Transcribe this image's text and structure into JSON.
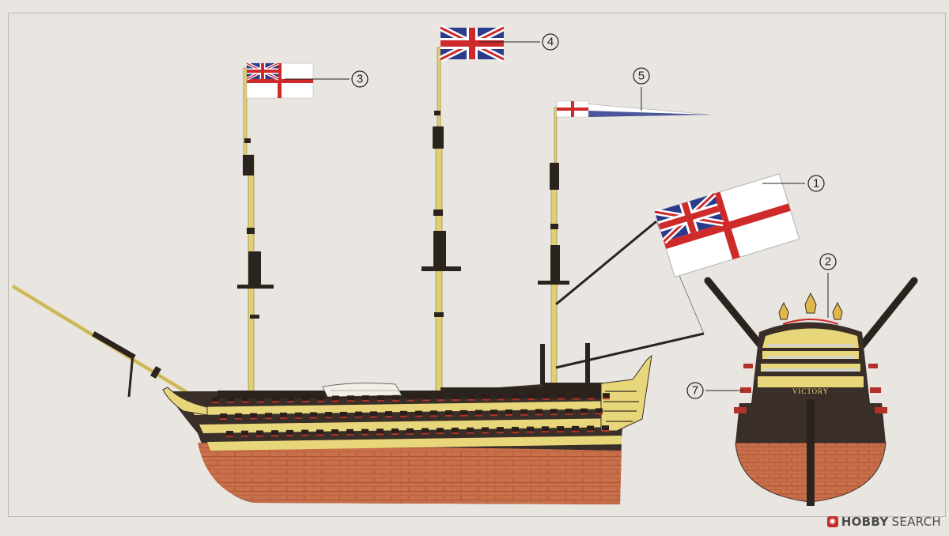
{
  "diagram": {
    "callouts": [
      {
        "id": "1",
        "label": "①"
      },
      {
        "id": "2",
        "label": "②"
      },
      {
        "id": "3",
        "label": "③"
      },
      {
        "id": "4",
        "label": "④"
      },
      {
        "id": "5",
        "label": "⑤"
      },
      {
        "id": "7",
        "label": "⑦"
      }
    ],
    "stern_name": "VICTORY"
  },
  "watermark": {
    "brand": "HOBBY",
    "search": "SEARCH"
  },
  "colors": {
    "background": "#e9e6e1",
    "hull_lower": "#c96f4a",
    "hull_dark": "#3a2e28",
    "stripe": "#e8d77a",
    "mast": "#e2cf72",
    "flag_red": "#cf2a2a",
    "flag_blue": "#2b3a8a"
  }
}
